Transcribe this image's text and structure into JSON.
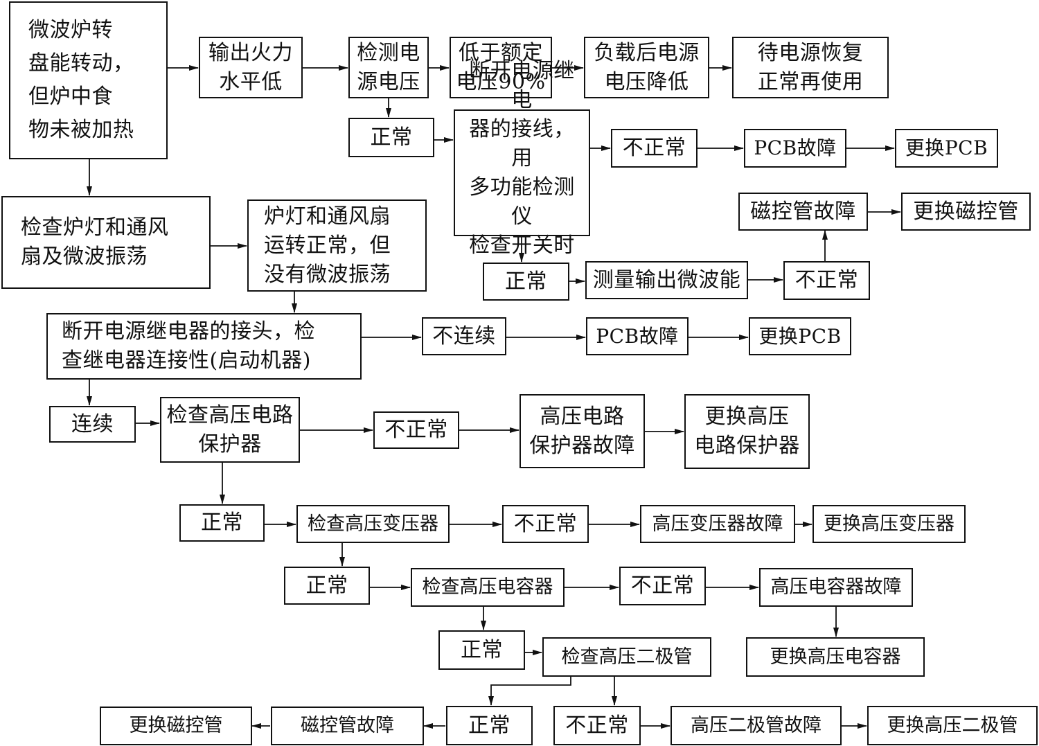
{
  "nodes": {
    "start": "微波炉转\n盘能转动，\n但炉中食\n物未被加热",
    "low_power": "输出火力\n水平低",
    "check_voltage": "检测电\n源电压",
    "below_rated": "低于额定\n电压90%",
    "voltage_drop": "负载后电源\n电压降低",
    "wait_power": "待电源恢复\n正常再使用",
    "normal_1": "正常",
    "disconnect_relay_wire": "断开电源继电\n器的接线，用\n多功能检测仪\n检查开关时间",
    "abnormal_1": "不正常",
    "pcb_fault_1": "PCB故障",
    "replace_pcb_1": "更换PCB",
    "magnetron_fault_1": "磁控管故障",
    "replace_magnetron_1": "更换磁控管",
    "normal_2": "正常",
    "measure_microwave": "测量输出微波能",
    "abnormal_2": "不正常",
    "check_lamp_fan": "检查炉灯和通风\n扇及微波振荡",
    "lamp_fan_ok": "炉灯和通风扇\n运转正常，但\n没有微波振荡",
    "disconnect_relay_joint": "断开电源继电器的接头，检\n查继电器连接性(启动机器)",
    "discontinuous": "不连续",
    "pcb_fault_2": "PCB故障",
    "replace_pcb_2": "更换PCB",
    "continuous": "连续",
    "check_hv_protector": "检查高压电路\n保护器",
    "abnormal_3": "不正常",
    "hv_protector_fault": "高压电路\n保护器故障",
    "replace_hv_protector": "更换高压\n电路保护器",
    "normal_3": "正常",
    "check_hv_transformer": "检查高压变压器",
    "abnormal_4": "不正常",
    "hv_transformer_fault": "高压变压器故障",
    "replace_hv_transformer": "更换高压变压器",
    "normal_4": "正常",
    "check_hv_capacitor": "检查高压电容器",
    "abnormal_5": "不正常",
    "hv_capacitor_fault": "高压电容器故障",
    "replace_hv_capacitor": "更换高压电容器",
    "normal_5": "正常",
    "check_hv_diode": "检查高压二极管",
    "normal_6": "正常",
    "magnetron_fault_2": "磁控管故障",
    "replace_magnetron_2": "更换磁控管",
    "abnormal_6": "不正常",
    "hv_diode_fault": "高压二极管故障",
    "replace_hv_diode": "更换高压二极管"
  }
}
